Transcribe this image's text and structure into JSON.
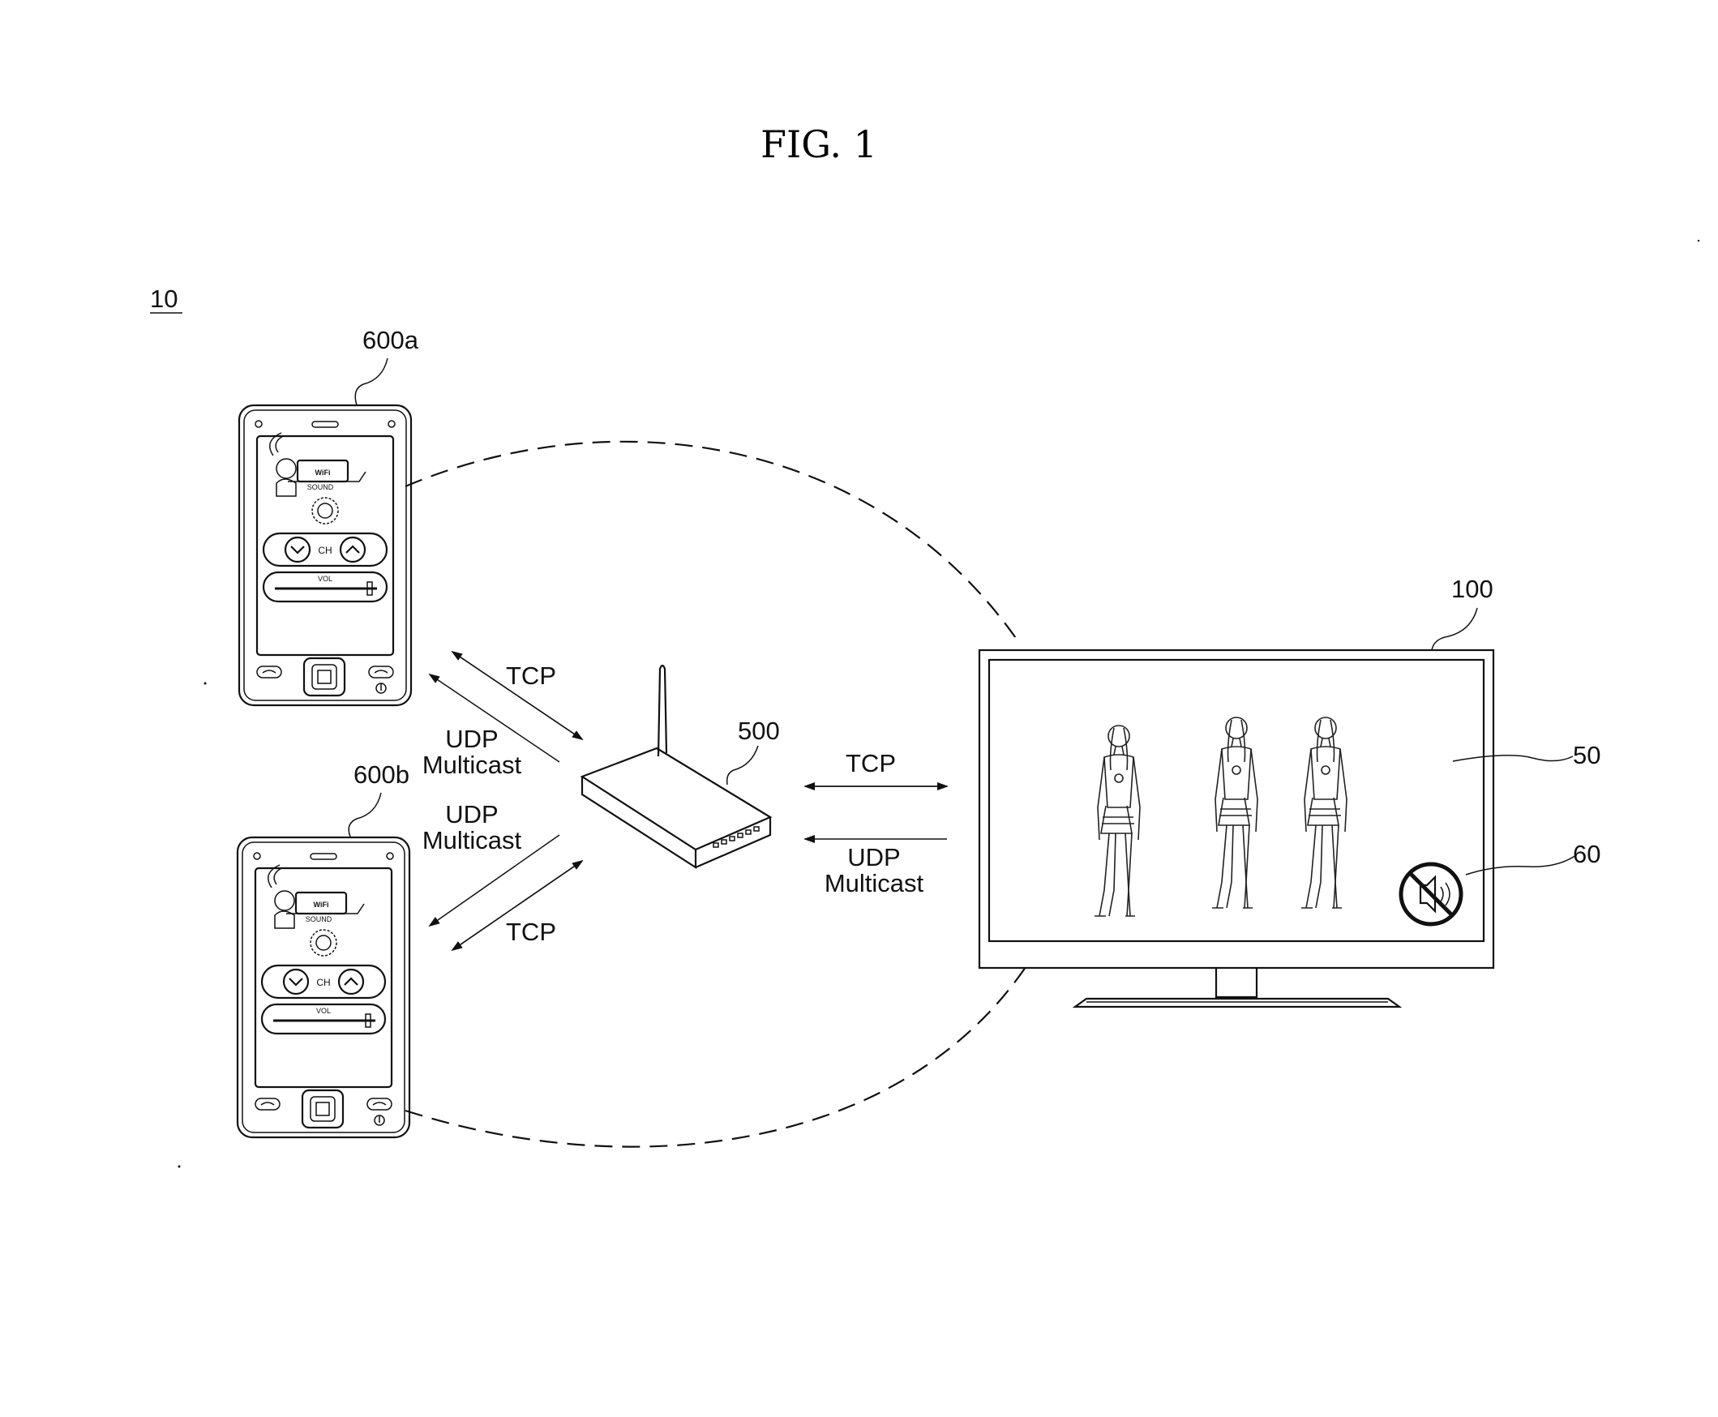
{
  "figure_title": "FIG. 1",
  "system_ref": "10",
  "devices": {
    "phone_a": {
      "ref": "600a",
      "logo_top": "Wi Fi",
      "logo_sub": "SOUND",
      "channel_label": "CH",
      "volume_label": "VOL"
    },
    "phone_b": {
      "ref": "600b",
      "logo_top": "Wi Fi",
      "logo_sub": "SOUND",
      "channel_label": "CH",
      "volume_label": "VOL"
    },
    "router": {
      "ref": "500"
    },
    "tv": {
      "ref": "100",
      "screen_ref": "50",
      "mute_icon_ref": "60"
    }
  },
  "links": {
    "phone_a_tcp": "TCP",
    "phone_a_udp": [
      "UDP",
      "Multicast"
    ],
    "phone_b_udp": [
      "UDP",
      "Multicast"
    ],
    "phone_b_tcp": "TCP",
    "tv_tcp": "TCP",
    "tv_udp": [
      "UDP",
      "Multicast"
    ]
  },
  "icons": [
    "wifi-sound-logo",
    "channel-down-icon",
    "channel-up-icon",
    "volume-slider",
    "call-icon",
    "end-call-icon",
    "menu-icon",
    "power-icon",
    "antenna",
    "mute-icon",
    "arrow"
  ]
}
